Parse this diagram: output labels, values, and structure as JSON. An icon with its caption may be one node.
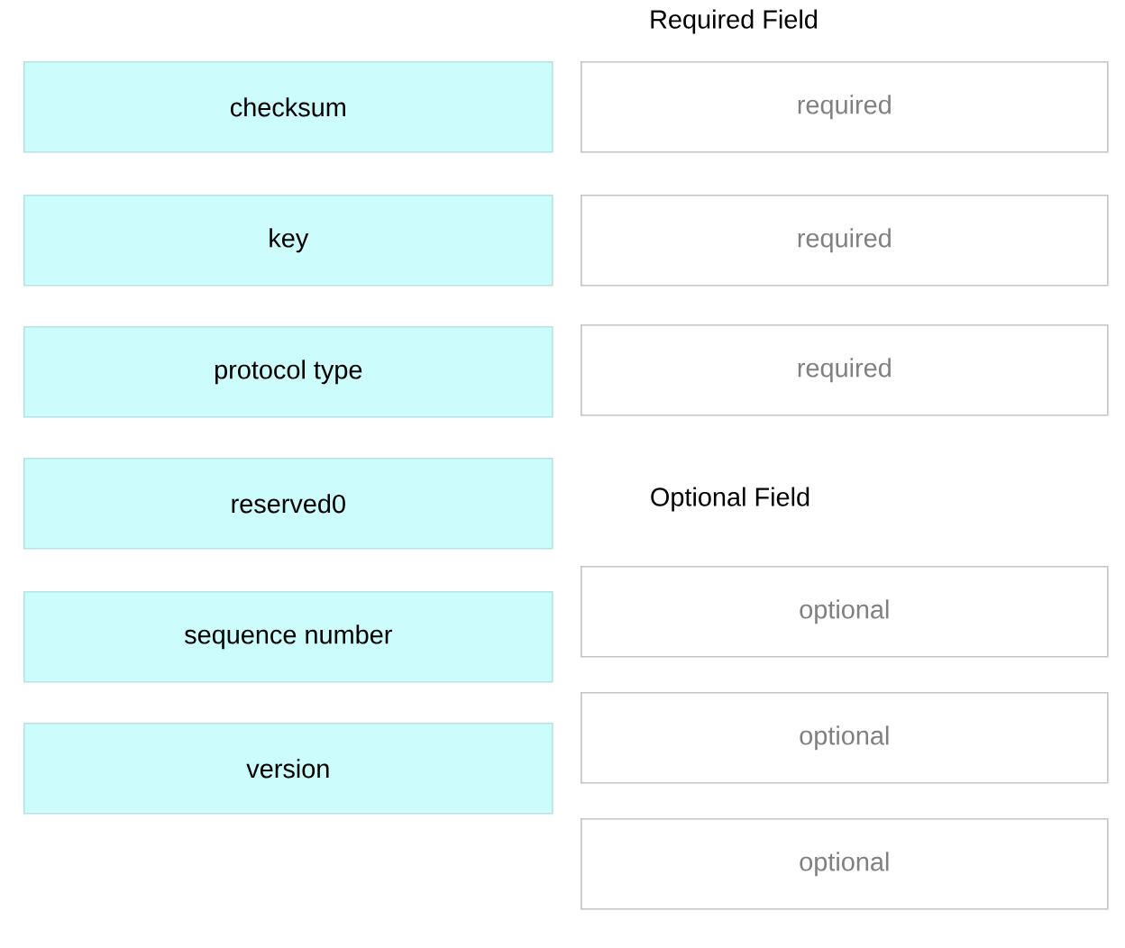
{
  "diagram": {
    "nodes": [
      {
        "text": [
          "checksum"
        ]
      },
      {
        "text": [
          "key"
        ]
      },
      {
        "text": [
          "protocol type"
        ]
      },
      {
        "text": [
          "reserved0"
        ]
      },
      {
        "text": [
          "sequence number"
        ]
      },
      {
        "text": [
          "version"
        ]
      },
      {
        "text": [
          "required"
        ]
      },
      {
        "text": [
          "required"
        ]
      },
      {
        "text": [
          "required"
        ]
      },
      {
        "text": [
          "optional"
        ]
      },
      {
        "text": [
          "optional"
        ]
      },
      {
        "text": [
          "optional"
        ]
      }
    ],
    "labels": [
      "Required Field",
      "Optional Field"
    ]
  }
}
